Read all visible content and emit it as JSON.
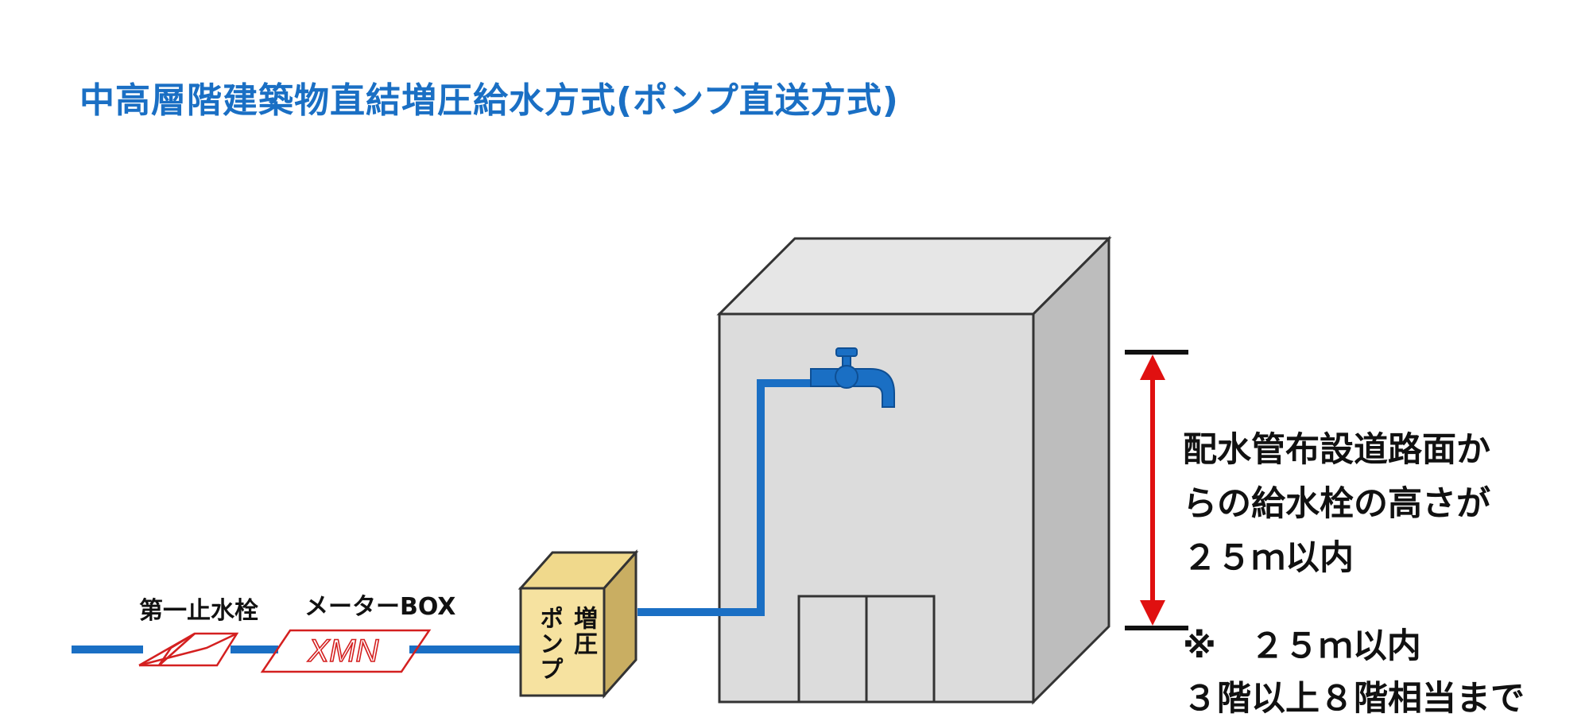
{
  "title": "中高層階建築物直結増圧給水方式(ポンプ直送方式)",
  "labels": {
    "stop_valve": "第一止水栓",
    "meter_box": "メーターBOX",
    "meter_inner": "XMN",
    "pump_col1": "増圧",
    "pump_col2": "ポンプ"
  },
  "height_note": {
    "line1": "配水管布設道路面か",
    "line2": "らの給水栓の高さが",
    "line3": "２５ｍ以内"
  },
  "footnote": {
    "line1": "※　２５ｍ以内",
    "line2": "３階以上８階相当まで"
  },
  "colors": {
    "title": "#1a6fc4",
    "pipe": "#1a6fc4",
    "valve": "#d42020",
    "arrow": "#e01010",
    "building_front": "#dcdcdc",
    "building_top": "#e6e6e6",
    "building_side": "#bdbdbd",
    "pump": "#f6e2a0"
  }
}
